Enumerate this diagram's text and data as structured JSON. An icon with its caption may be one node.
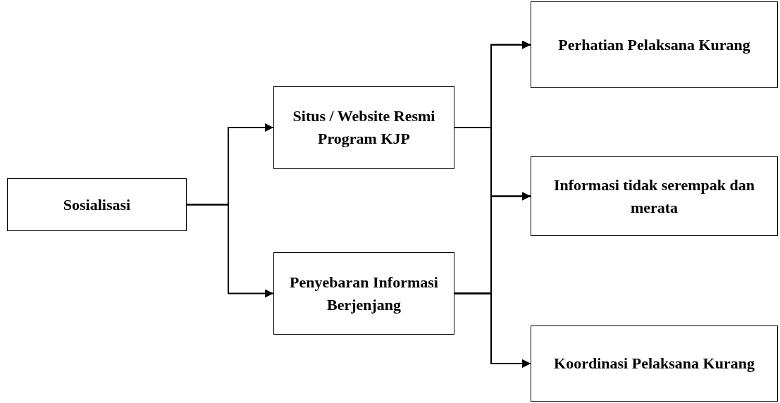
{
  "diagram": {
    "nodes": [
      {
        "text": [
          "Sosialisasi"
        ]
      },
      {
        "text": [
          "Situs / Website Resmi Program KJP"
        ]
      },
      {
        "text": [
          "Penyebaran Informasi Berjenjang"
        ]
      },
      {
        "text": [
          "Perhatian Pelaksana Kurang"
        ]
      },
      {
        "text": [
          "Informasi tidak serempak dan merata"
        ]
      },
      {
        "text": [
          "Koordinasi Pelaksana Kurang"
        ]
      }
    ],
    "edges": [
      {
        "from": 0,
        "to": 1,
        "arrow": "to"
      },
      {
        "from": 0,
        "to": 2,
        "arrow": "to"
      },
      {
        "from": 1,
        "to": 3,
        "arrow": "to"
      },
      {
        "from": 1,
        "to": 4,
        "arrow": "to"
      },
      {
        "from": 1,
        "to": 5,
        "arrow": "to"
      },
      {
        "from": 2,
        "to": 3,
        "arrow": "to"
      },
      {
        "from": 2,
        "to": 4,
        "arrow": "to"
      },
      {
        "from": 2,
        "to": 5,
        "arrow": "to"
      }
    ]
  }
}
